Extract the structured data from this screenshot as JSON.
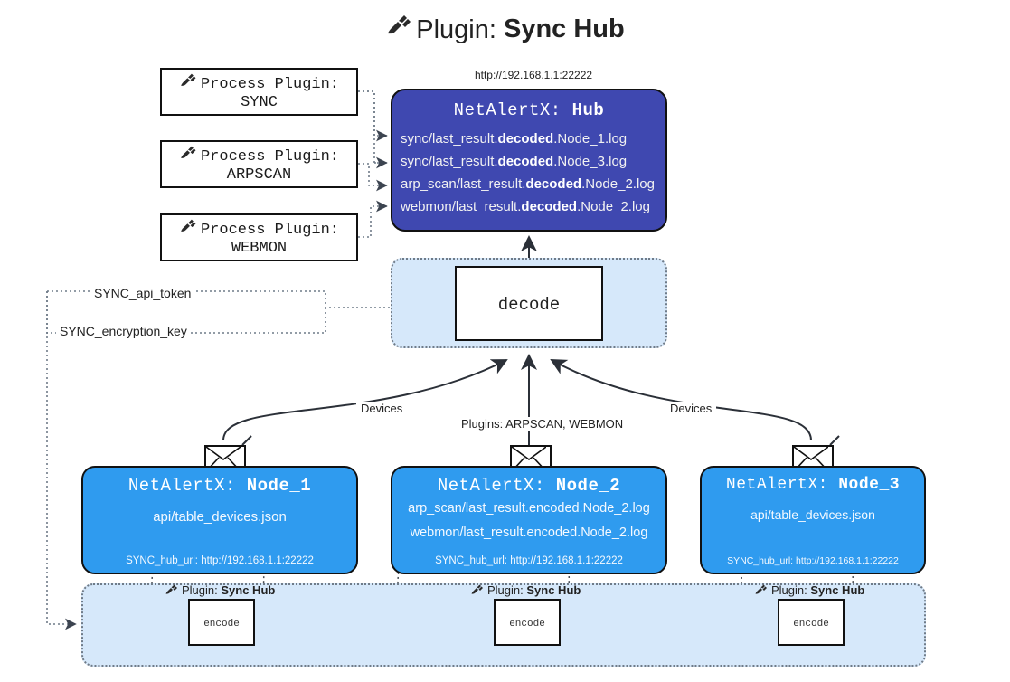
{
  "title": {
    "prefix": "Plugin: ",
    "name": "Sync Hub",
    "icon": "plug-icon"
  },
  "hub": {
    "url": "http://192.168.1.1:22222",
    "title_prefix": "NetAlertX: ",
    "title_name": "Hub",
    "logs": [
      {
        "pre": "sync/last_result.",
        "bold": "decoded",
        "post": ".Node_1.log"
      },
      {
        "pre": "sync/last_result.",
        "bold": "decoded",
        "post": ".Node_3.log"
      },
      {
        "pre": "arp_scan/last_result.",
        "bold": "decoded",
        "post": ".Node_2.log"
      },
      {
        "pre": "webmon/last_result.",
        "bold": "decoded",
        "post": ".Node_2.log"
      }
    ]
  },
  "process_plugins": [
    {
      "line1": "Process Plugin:",
      "line2": "SYNC",
      "icon": "plug-icon"
    },
    {
      "line1": "Process Plugin:",
      "line2": "ARPSCAN",
      "icon": "plug-icon"
    },
    {
      "line1": "Process Plugin:",
      "line2": "WEBMON",
      "icon": "plug-icon"
    }
  ],
  "decode": {
    "label": "decode"
  },
  "credentials": [
    {
      "label": "SYNC_api_token"
    },
    {
      "label": "SYNC_encryption_key"
    }
  ],
  "edge_labels": {
    "devices_left": "Devices",
    "devices_right": "Devices",
    "plugins_middle": "Plugins: ARPSCAN, WEBMON"
  },
  "nodes": [
    {
      "title_prefix": "NetAlertX: ",
      "title_name": "Node_1",
      "lines": [
        "api/table_devices.json"
      ],
      "hub_url": "SYNC_hub_url: http://192.168.1.1:22222",
      "icon": "envelope-icon"
    },
    {
      "title_prefix": "NetAlertX: ",
      "title_name": "Node_2",
      "lines": [
        "arp_scan/last_result.encoded.Node_2.log",
        "webmon/last_result.encoded.Node_2.log"
      ],
      "hub_url": "SYNC_hub_url: http://192.168.1.1:22222",
      "icon": "envelope-icon"
    },
    {
      "title_prefix": "NetAlertX: ",
      "title_name": "Node_3",
      "lines": [
        "api/table_devices.json"
      ],
      "hub_url": "SYNC_hub_url: http://192.168.1.1:22222",
      "icon": "envelope-icon"
    }
  ],
  "encoders": [
    {
      "plugin_prefix": "Plugin: ",
      "plugin_name": "Sync Hub",
      "label": "encode",
      "icon": "plug-icon"
    },
    {
      "plugin_prefix": "Plugin: ",
      "plugin_name": "Sync Hub",
      "label": "encode",
      "icon": "plug-icon"
    },
    {
      "plugin_prefix": "Plugin: ",
      "plugin_name": "Sync Hub",
      "label": "encode",
      "icon": "plug-icon"
    }
  ],
  "colors": {
    "hub_fill": "#3f48b0",
    "node_fill": "#2f9bef",
    "container_fill": "#d6e8fa",
    "stroke": "#111111",
    "dotted_stroke": "#6f7b88"
  }
}
